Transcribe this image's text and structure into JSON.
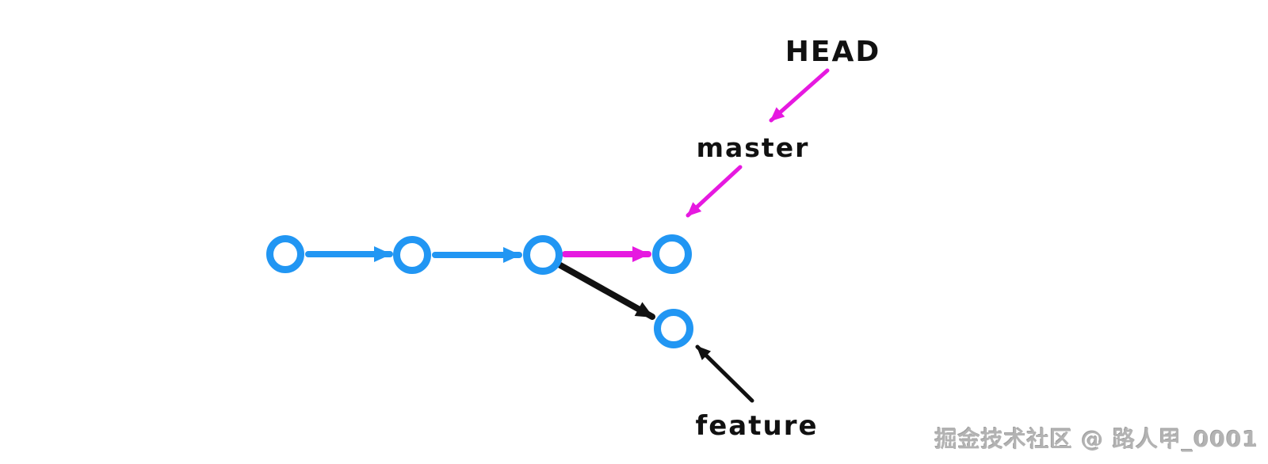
{
  "page": {
    "background": "#ffffff"
  },
  "diagram": {
    "labels": {
      "head": "HEAD",
      "master": "master",
      "feature": "feature"
    },
    "colors": {
      "commit_blue": "#2196F3",
      "magenta": "#E619E0",
      "black": "#111111",
      "ink": "#111111",
      "node_fill": "#ffffff"
    },
    "nodes": [
      {
        "id": "c1"
      },
      {
        "id": "c2"
      },
      {
        "id": "c3"
      },
      {
        "id": "c4"
      },
      {
        "id": "c5"
      }
    ],
    "edges": [
      {
        "from": "c1",
        "to": "c2",
        "color": "commit_blue"
      },
      {
        "from": "c2",
        "to": "c3",
        "color": "commit_blue"
      },
      {
        "from": "c3",
        "to": "c4",
        "color": "magenta"
      },
      {
        "from": "c3",
        "to": "c5",
        "color": "black"
      }
    ],
    "pointers": [
      {
        "label": "HEAD",
        "points_to": "master",
        "color": "magenta"
      },
      {
        "label": "master",
        "points_to": "c4",
        "color": "magenta"
      },
      {
        "label": "feature",
        "points_to": "c5",
        "color": "black"
      }
    ]
  },
  "watermark": {
    "text": "掘金技术社区 @ 路人甲_0001",
    "color": "#A6A6A6"
  }
}
